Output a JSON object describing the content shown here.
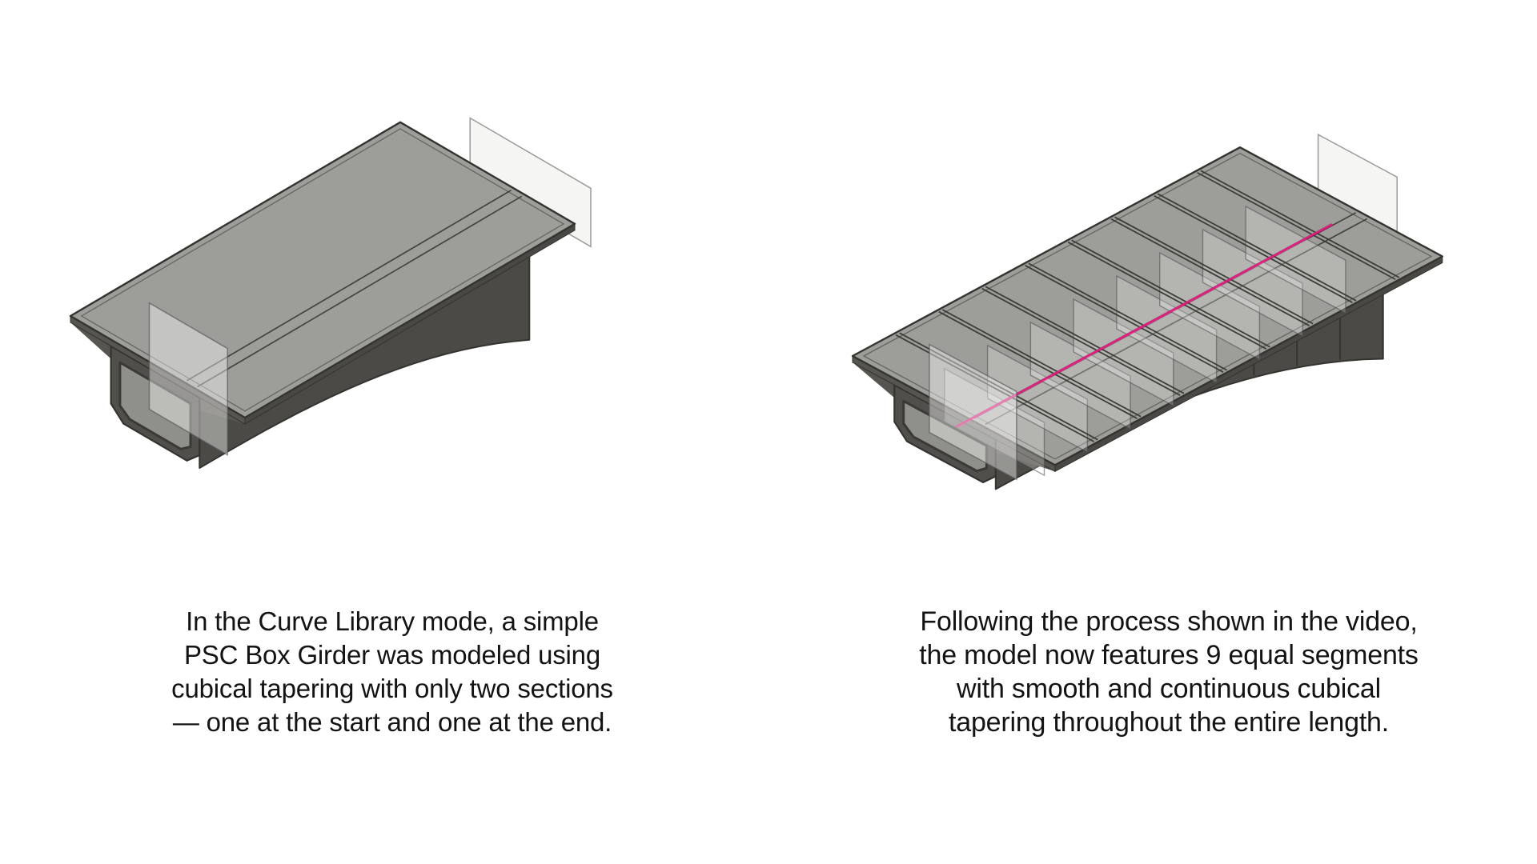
{
  "meta": {
    "kind": "two-panel 3d model comparison figure",
    "background": "#ffffff"
  },
  "colors": {
    "deck_top": "#9d9d99",
    "deck_edge_near": "#56554f",
    "deck_edge_right": "#494844",
    "deck_edge_left": "#5e5d58",
    "web": "#4b4a46",
    "cross_face": "#504f4b",
    "cell": "#90908a",
    "outline": "#34332f",
    "inset_line": "rgba(55,55,50,0.55)",
    "web_top_line": "rgba(58,58,54,0.9)",
    "segment_line": "#3c3c38",
    "ghost_plane_fill": "rgba(255,255,255,0.24)",
    "ghost_plane_stroke": "rgba(75,75,75,0.55)",
    "end_plane_fill": "#f4f4f3",
    "end_plane_stroke": "#9b9b99",
    "near_plane_fill": "rgba(250,250,250,0.42)",
    "near_plane_stroke": "rgba(90,90,90,0.7)",
    "centerline_pink": "#e8157d",
    "caption_text": "#131313"
  },
  "figures": {
    "left": {
      "id": "psc-box-girder-two-sections",
      "segments": 1,
      "has_centerline": false
    },
    "right": {
      "id": "psc-box-girder-nine-segments",
      "segments": 9,
      "has_centerline": true
    }
  },
  "captions": {
    "left": {
      "lines": [
        "In the Curve Library mode, a simple",
        "PSC Box Girder was modeled using",
        "cubical tapering with only two sections",
        "— one at the start and one at the end."
      ]
    },
    "right": {
      "lines": [
        "Following the process shown in the video,",
        "the model now features 9 equal segments",
        "with smooth and continuous cubical",
        "tapering throughout the entire length."
      ]
    }
  }
}
